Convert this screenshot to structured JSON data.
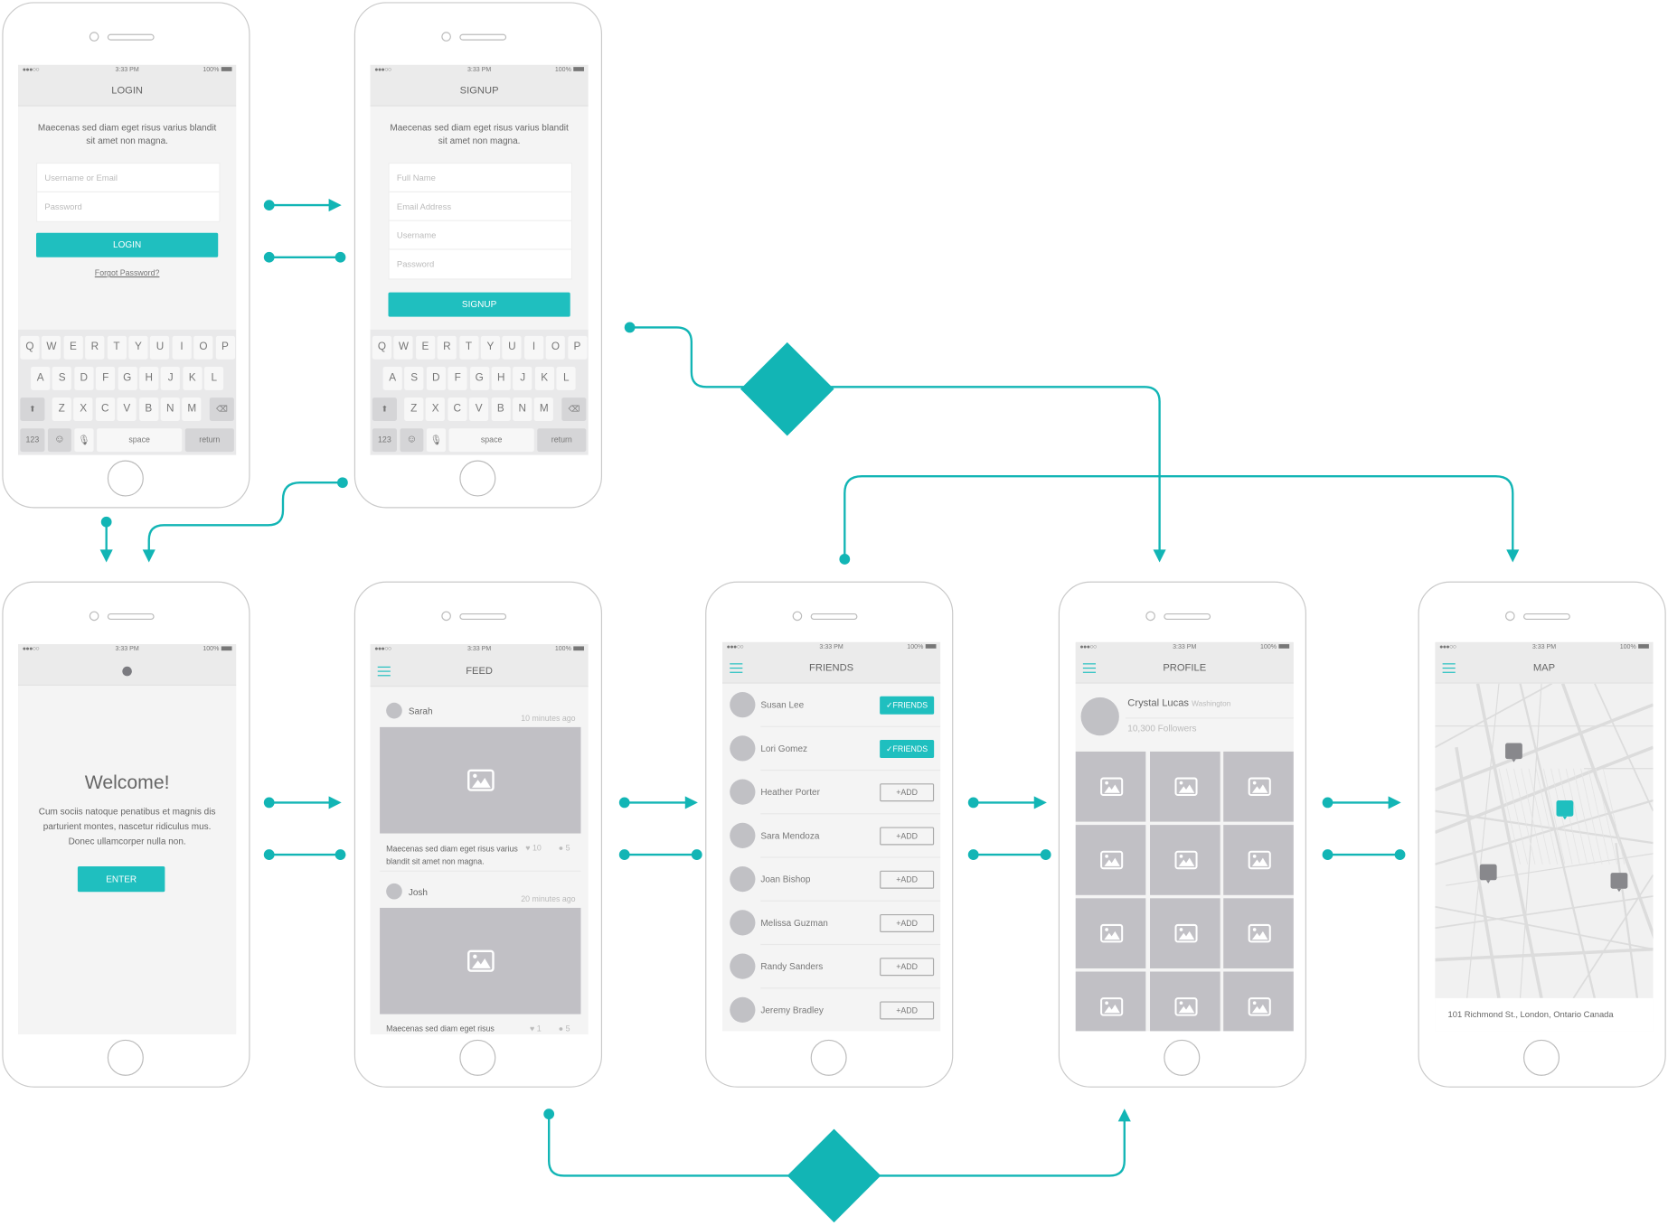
{
  "status_bar": {
    "carrier": "●●●○○",
    "time": "3:33 PM",
    "battery": "100%"
  },
  "colors": {
    "accent": "#1fbfbf",
    "connector": "#12b5b5",
    "placeholder_image": "#c1c0c5"
  },
  "keyboard": {
    "rows": [
      [
        "Q",
        "W",
        "E",
        "R",
        "T",
        "Y",
        "U",
        "I",
        "O",
        "P"
      ],
      [
        "A",
        "S",
        "D",
        "F",
        "G",
        "H",
        "J",
        "K",
        "L"
      ],
      [
        "Z",
        "X",
        "C",
        "V",
        "B",
        "N",
        "M"
      ]
    ],
    "shift_icon": "shift-arrow-icon",
    "delete_icon": "backspace-icon",
    "numbers": "123",
    "emoji_icon": "emoji-icon",
    "mic_icon": "microphone-icon",
    "space": "space",
    "return": "return"
  },
  "login": {
    "title": "LOGIN",
    "intro": "Maecenas sed diam eget risus varius blandit sit amet non magna.",
    "fields": [
      {
        "placeholder": "Username or Email"
      },
      {
        "placeholder": "Password"
      }
    ],
    "button": "LOGIN",
    "forgot": "Forgot Password?"
  },
  "signup": {
    "title": "SIGNUP",
    "intro": "Maecenas sed diam eget risus varius blandit sit amet non magna.",
    "fields": [
      {
        "placeholder": "Full Name"
      },
      {
        "placeholder": "Email Address"
      },
      {
        "placeholder": "Username"
      },
      {
        "placeholder": "Password"
      }
    ],
    "button": "SIGNUP"
  },
  "welcome": {
    "heading": "Welcome!",
    "body": "Cum sociis natoque penatibus et magnis dis parturient montes, nascetur ridiculus mus. Donec ullamcorper nulla non.",
    "button": "ENTER"
  },
  "feed": {
    "title": "FEED",
    "posts": [
      {
        "author": "Sarah",
        "time": "10 minutes ago",
        "caption": "Maecenas sed diam eget risus varius blandit sit amet non magna.",
        "likes": "10",
        "comments": "5"
      },
      {
        "author": "Josh",
        "time": "20 minutes ago",
        "caption": "Maecenas sed diam eget risus",
        "likes": "1",
        "comments": "5"
      }
    ]
  },
  "friends": {
    "title": "FRIENDS",
    "items": [
      {
        "name": "Susan Lee",
        "status": "friends",
        "label": "✓FRIENDS"
      },
      {
        "name": "Lori Gomez",
        "status": "friends",
        "label": "✓FRIENDS"
      },
      {
        "name": "Heather Porter",
        "status": "add",
        "label": "+ADD"
      },
      {
        "name": "Sara Mendoza",
        "status": "add",
        "label": "+ADD"
      },
      {
        "name": "Joan Bishop",
        "status": "add",
        "label": "+ADD"
      },
      {
        "name": "Melissa Guzman",
        "status": "add",
        "label": "+ADD"
      },
      {
        "name": "Randy Sanders",
        "status": "add",
        "label": "+ADD"
      },
      {
        "name": "Jeremy Bradley",
        "status": "add",
        "label": "+ADD"
      }
    ]
  },
  "profile": {
    "title": "PROFILE",
    "name": "Crystal Lucas",
    "location": "Washington",
    "followers": "10,300 Followers",
    "photo_count": 12
  },
  "map": {
    "title": "MAP",
    "address": "101 Richmond St., London, Ontario Canada",
    "pins": [
      {
        "state": "default"
      },
      {
        "state": "selected"
      },
      {
        "state": "default"
      },
      {
        "state": "default"
      }
    ]
  }
}
